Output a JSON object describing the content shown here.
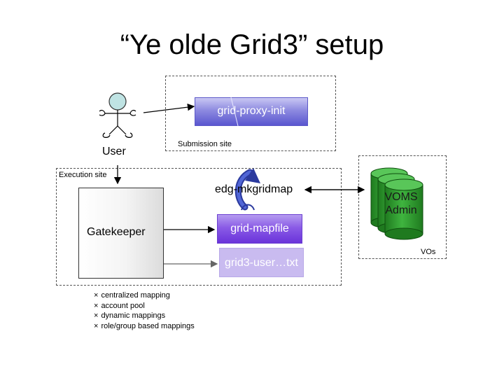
{
  "slide": {
    "title": "“Ye olde Grid3” setup"
  },
  "user": {
    "label": "User"
  },
  "submission_site": {
    "caption": "Submission site",
    "proxy_button": "grid-proxy-init"
  },
  "execution_site": {
    "caption": "Execution site",
    "gatekeeper": "Gatekeeper",
    "mkgridmap": "edg-mkgridmap",
    "mapfile": "grid-mapfile",
    "userfile": "grid3-user…txt"
  },
  "vos": {
    "caption": "VOs",
    "server": "VOMS Admin"
  },
  "notes": {
    "items": [
      "centralized mapping",
      "account pool",
      "dynamic mappings",
      "role/group based mappings"
    ]
  },
  "colors": {
    "proxy_gradient_end": "#5a56cf",
    "mapfile_gradient_end": "#6a33da",
    "userfile_fill": "#c9bbf0",
    "voms_cylinder": "#2f9a2f",
    "user_head": "#bfe3e3"
  }
}
